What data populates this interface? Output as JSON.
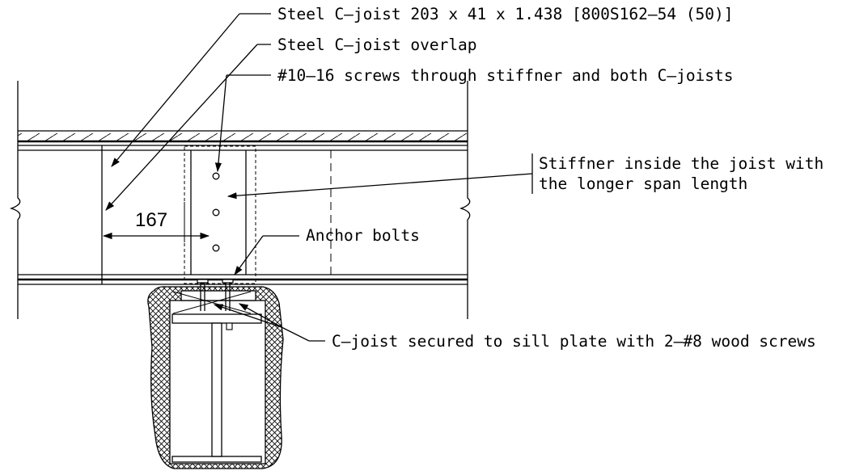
{
  "annotations": {
    "joist_spec": "Steel C–joist 203 x 41 x 1.438 [800S162–54 (50)]",
    "joist_overlap": "Steel C–joist overlap",
    "screws": "#10–16 screws through stiffner and both C–joists",
    "stiffener_line1": "Stiffner inside the joist with",
    "stiffener_line2": "the longer span length",
    "anchor_bolts": "Anchor bolts",
    "sill_screws": "C–joist secured to sill plate with 2–#8 wood screws"
  },
  "dimension": {
    "overlap_length": "167"
  },
  "colors": {
    "line": "#000000",
    "background": "#ffffff",
    "hidden_line": "#000000"
  }
}
